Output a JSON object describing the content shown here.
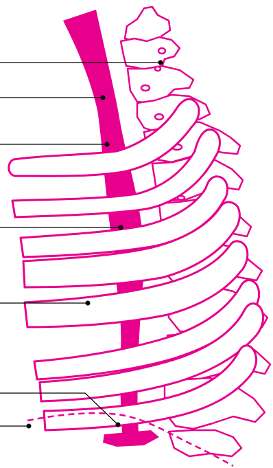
{
  "figure": {
    "colors": {
      "accent": "#e6008c",
      "leader": "#000000",
      "background": "#ffffff"
    },
    "structures": [
      "vertebral-column",
      "esophagus",
      "ribs",
      "diaphragm-dashed-outline"
    ],
    "leader_line_count": 7
  }
}
